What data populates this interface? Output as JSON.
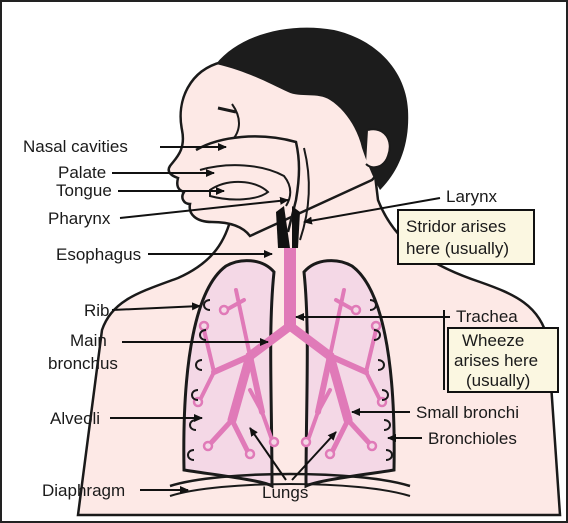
{
  "labels": {
    "nasal": "Nasal cavities",
    "palate": "Palate",
    "tongue": "Tongue",
    "pharynx": "Pharynx",
    "esophagus": "Esophagus",
    "rib": "Rib",
    "main_bronchus_1": "Main",
    "main_bronchus_2": "bronchus",
    "alveoli": "Alveoli",
    "diaphragm": "Diaphragm",
    "lungs": "Lungs",
    "larynx": "Larynx",
    "trachea": "Trachea",
    "small_bronchi": "Small bronchi",
    "bronchioles": "Bronchioles"
  },
  "notes": {
    "stridor_1": "Stridor arises",
    "stridor_2": "here (usually)",
    "wheeze_1": "Wheeze",
    "wheeze_2": "arises here",
    "wheeze_3": "(usually)"
  },
  "colors": {
    "skin": "#fde9e6",
    "hair": "#1c1c1c",
    "lung": "#f4d8e6",
    "airway": "#e07ab8",
    "note_box": "#fbf7e1"
  }
}
